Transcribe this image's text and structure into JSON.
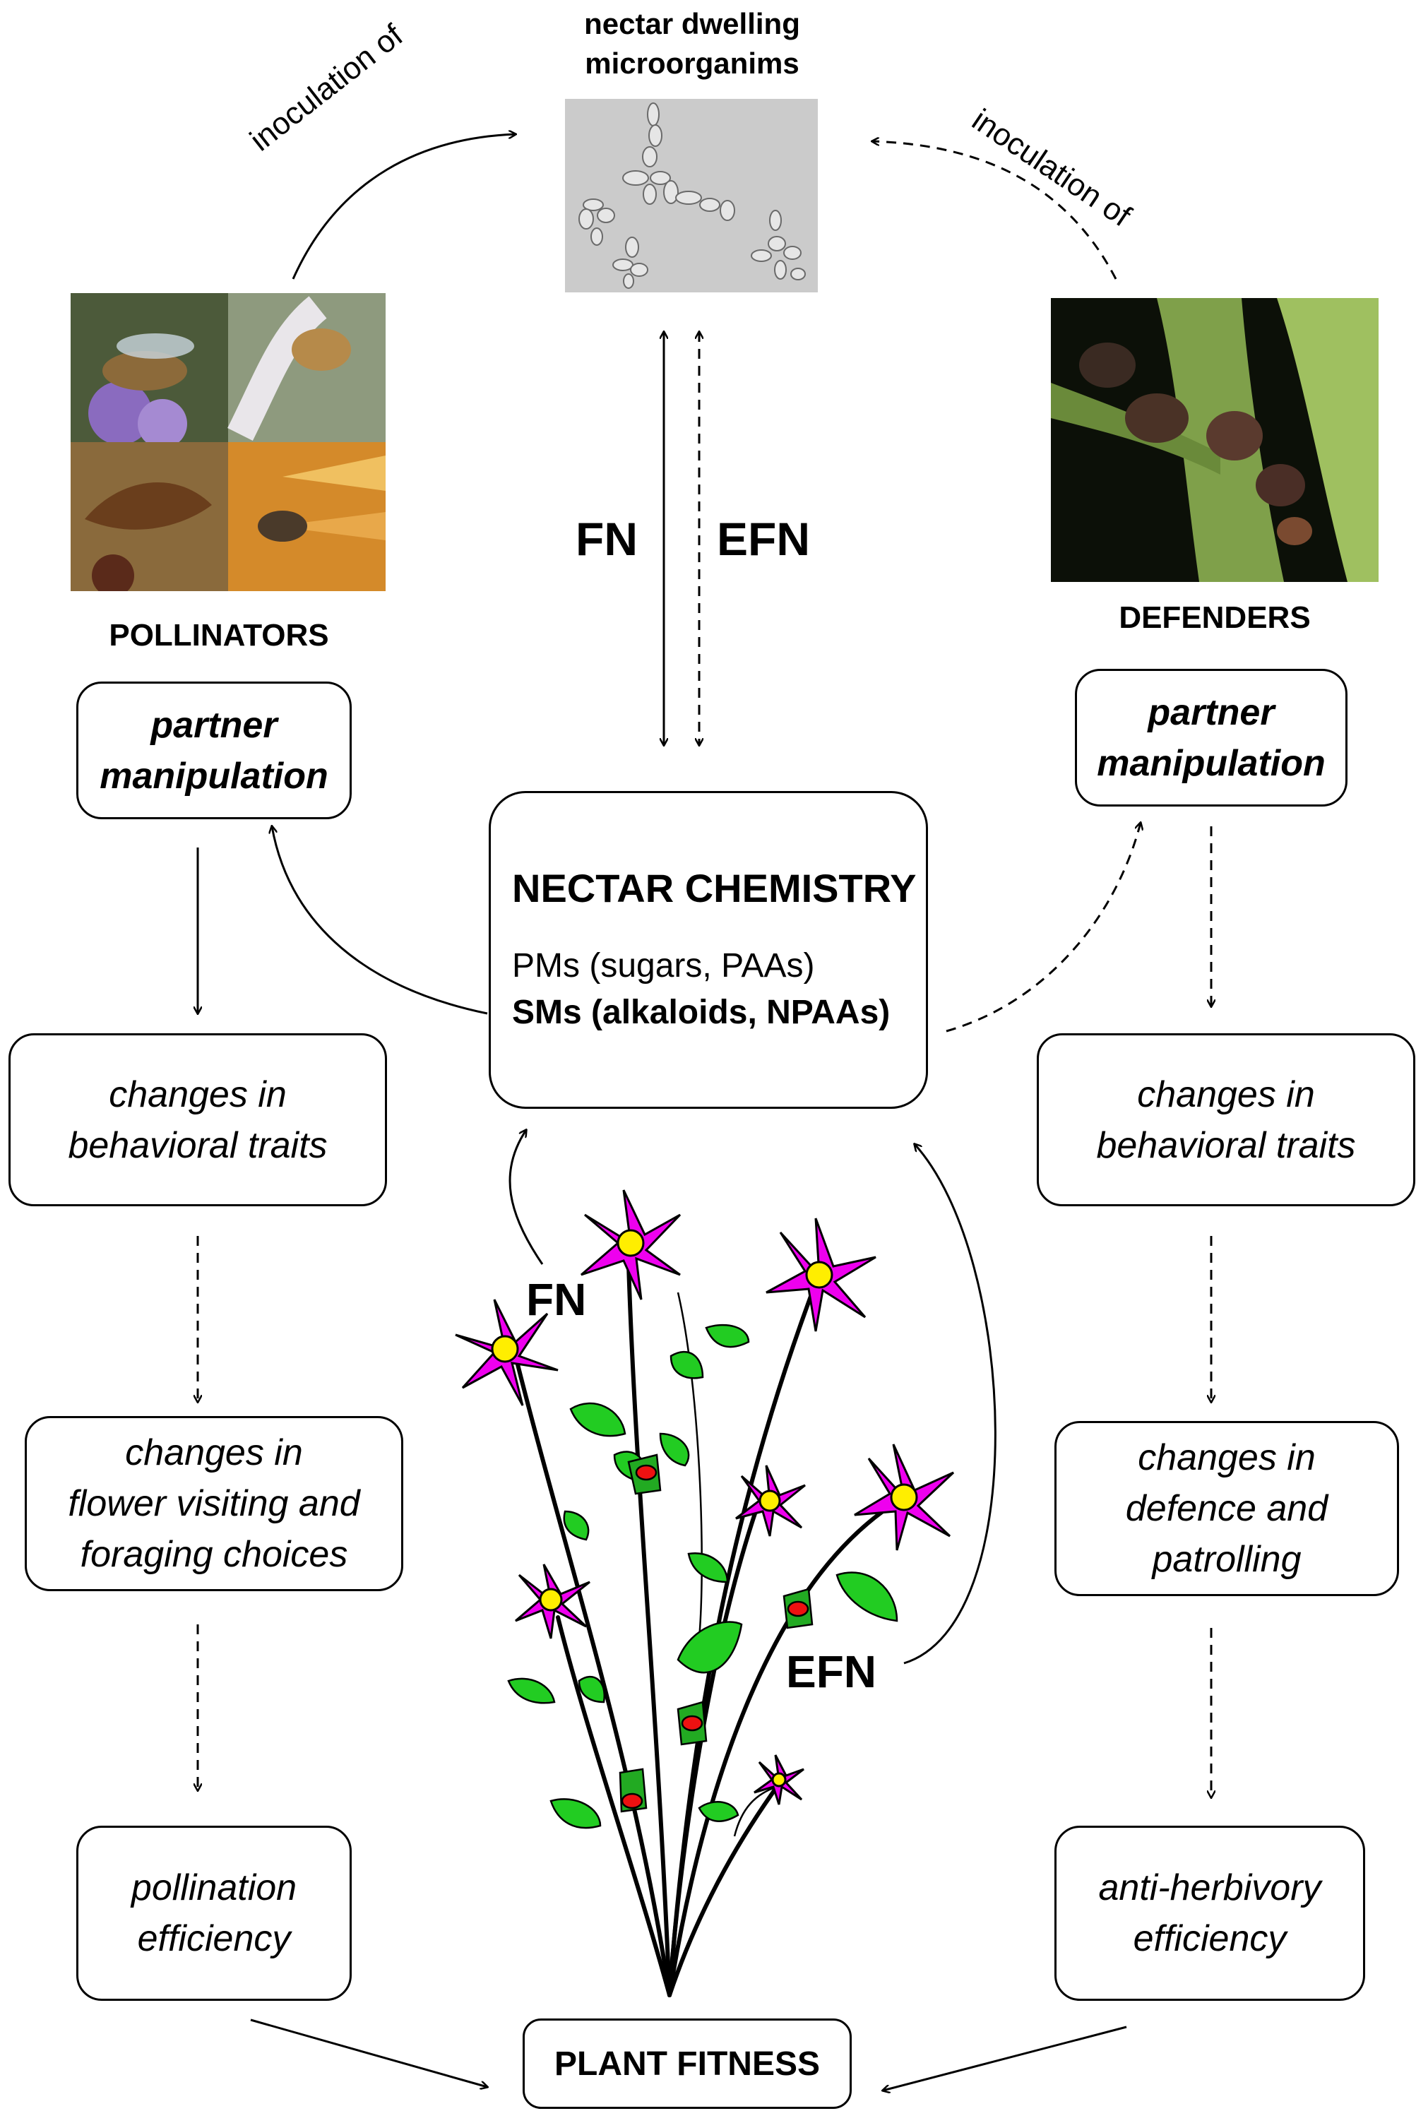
{
  "top": {
    "title_line1": "nectar dwelling",
    "title_line2": "microorganims"
  },
  "left": {
    "inoculation": "inoculation of",
    "group": "POLLINATORS",
    "manip_line1": "partner",
    "manip_line2": "manipulation",
    "b1_line1": "changes in",
    "b1_line2": "behavioral traits",
    "b2_line1": "changes in",
    "b2_line2": "flower visiting and",
    "b2_line3": "foraging choices",
    "b3_line1": "pollination",
    "b3_line2": "efficiency"
  },
  "right": {
    "inoculation": "inoculation of",
    "group": "DEFENDERS",
    "manip_line1": "partner",
    "manip_line2": "manipulation",
    "b1_line1": "changes in",
    "b1_line2": "behavioral traits",
    "b2_line1": "changes in",
    "b2_line2": "defence and",
    "b2_line3": "patrolling",
    "b3_line1": "anti-herbivory",
    "b3_line2": "efficiency"
  },
  "center": {
    "fn": "FN",
    "efn": "EFN",
    "chem_title": "NECTAR CHEMISTRY",
    "chem_pm": "PMs (sugars, PAAs)",
    "chem_sm": "SMs (alkaloids, NPAAs)",
    "plant_fn": "FN",
    "plant_efn": "EFN",
    "fitness": "PLANT FITNESS"
  },
  "colors": {
    "petal": "#ee00ee",
    "center": "#ffee00",
    "leaf": "#22cc22",
    "efn_gland": "#ee1111"
  }
}
